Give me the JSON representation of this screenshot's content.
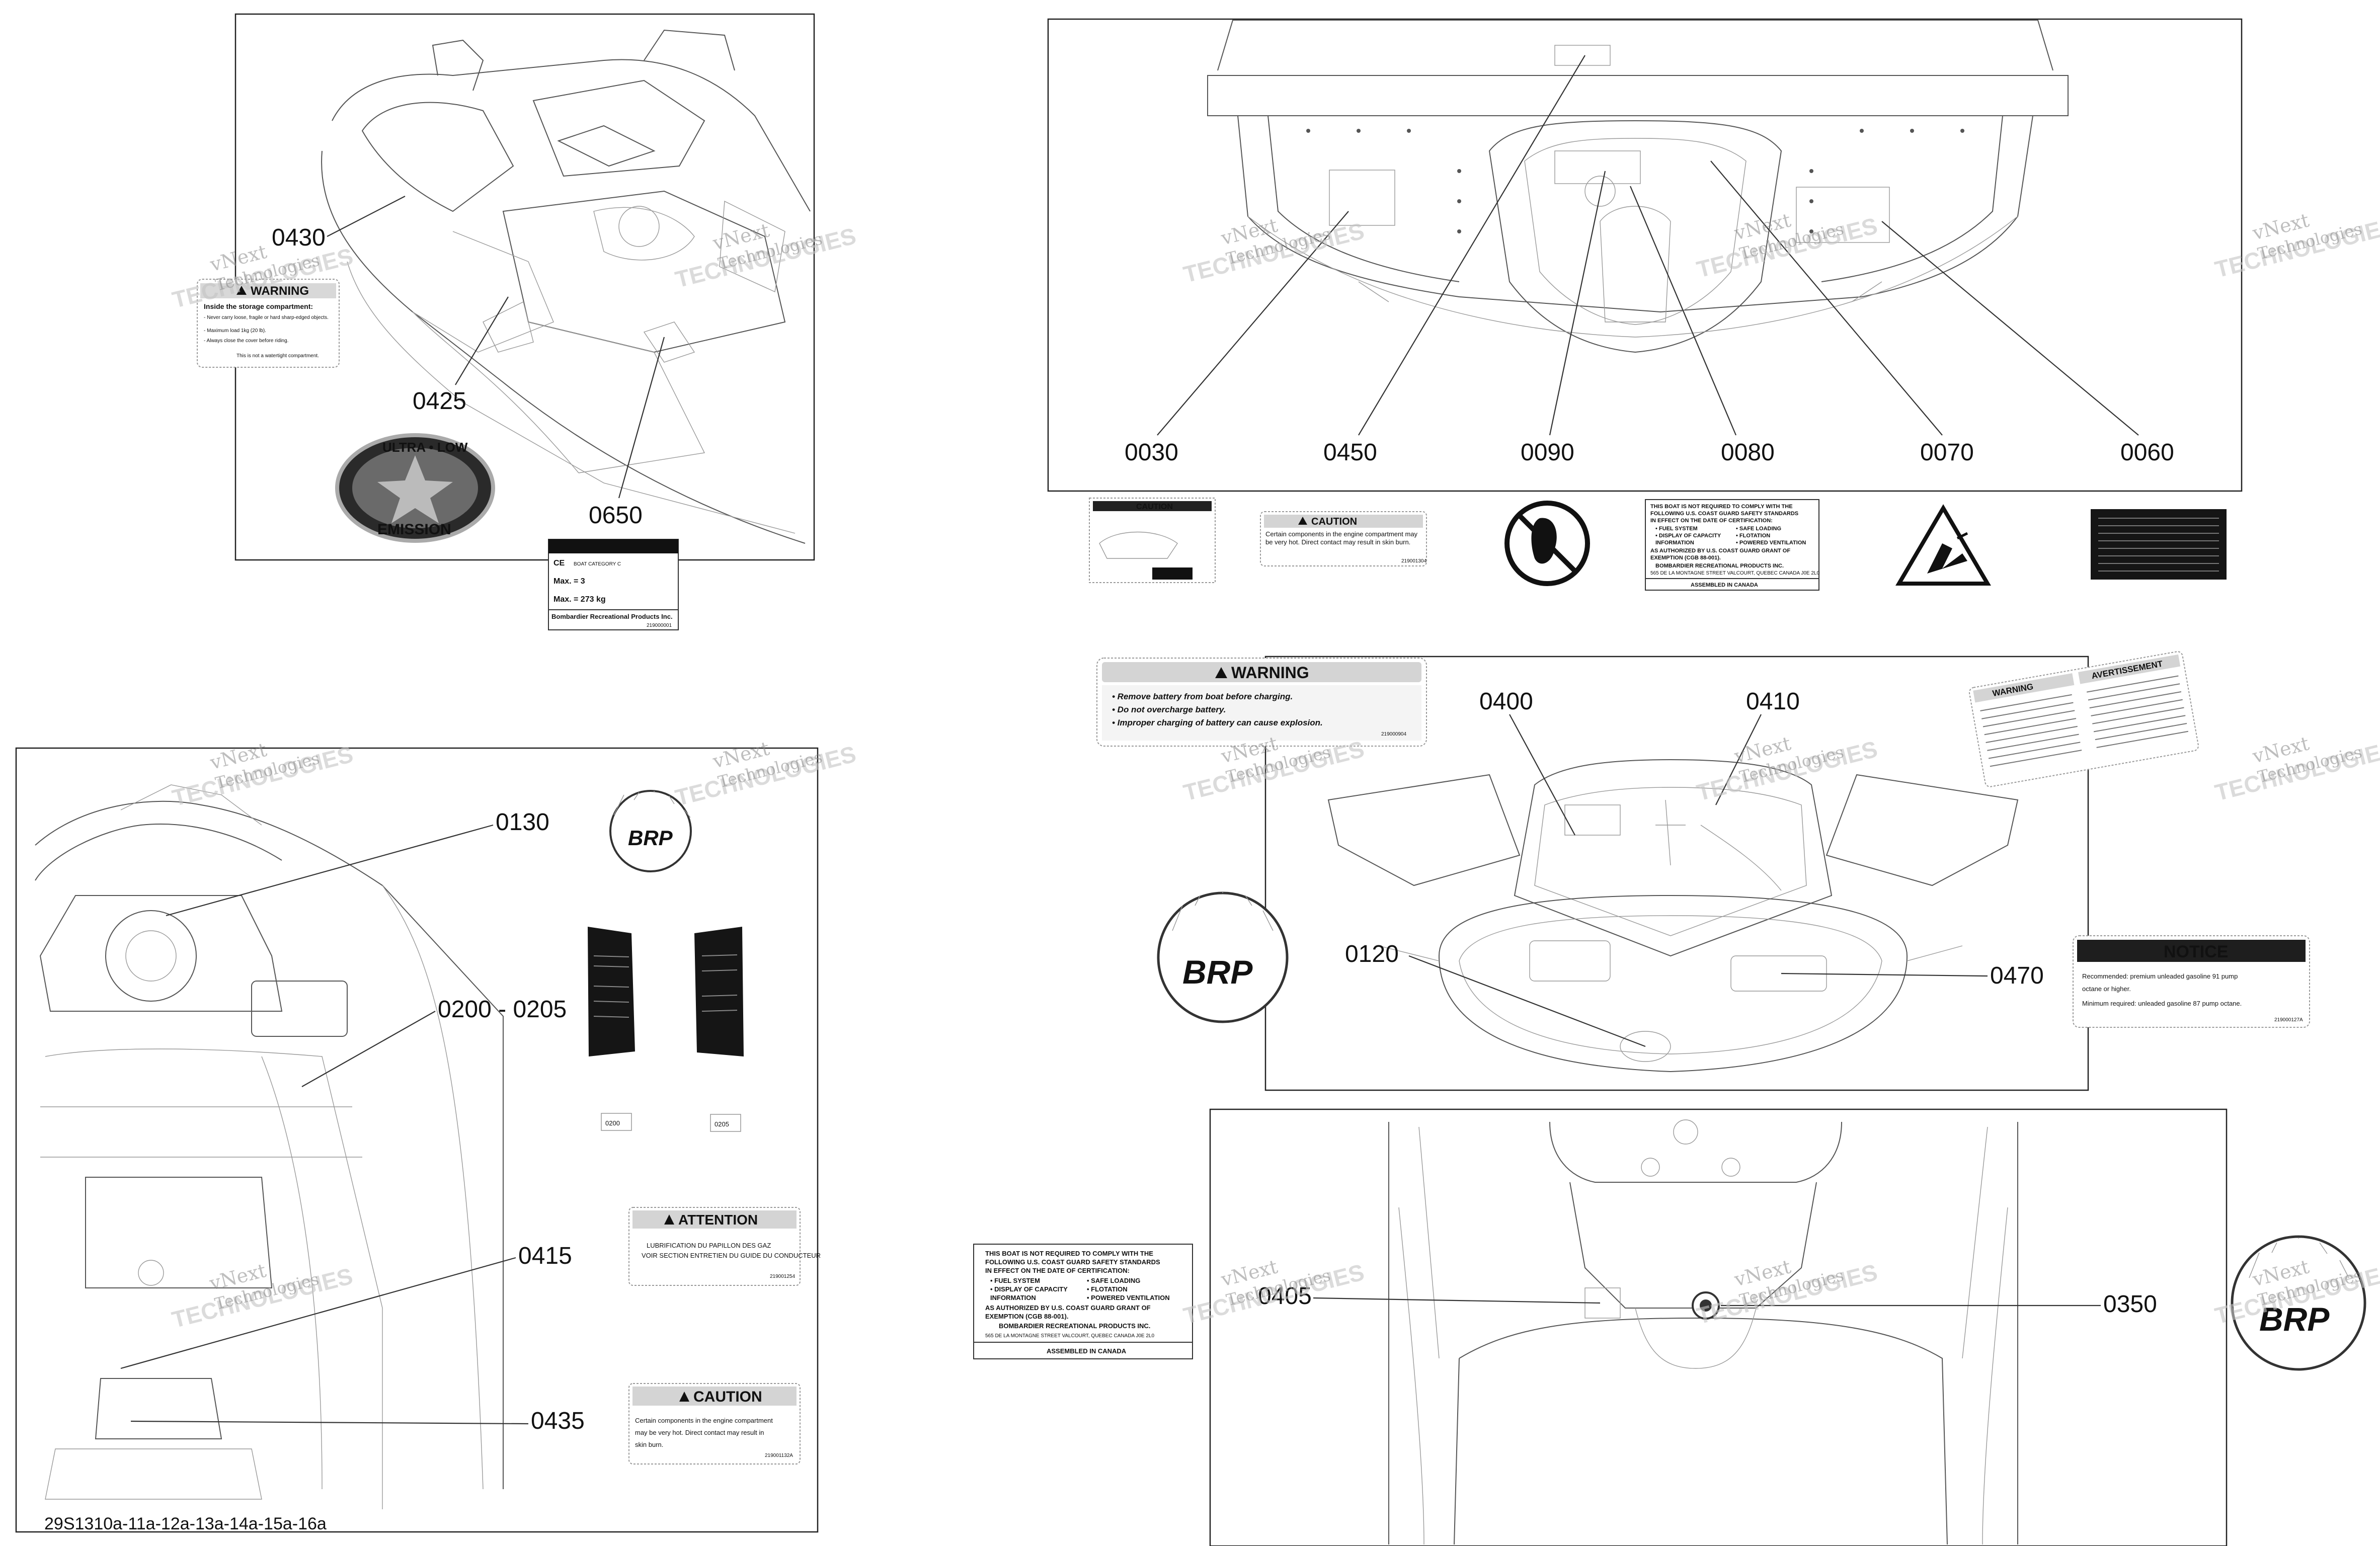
{
  "callouts": {
    "c0430": "0430",
    "c0425": "0425",
    "c0650": "0650",
    "c0030": "0030",
    "c0450": "0450",
    "c0090": "0090",
    "c0080": "0080",
    "c0070": "0070",
    "c0060": "0060",
    "c0130": "0130",
    "c0200_0205": "0200 - 0205",
    "c0415": "0415",
    "c0435": "0435",
    "c0400": "0400",
    "c0410": "0410",
    "c0120": "0120",
    "c0470": "0470",
    "c0405": "0405",
    "c0350": "0350"
  },
  "watermark": {
    "line1": "vNext",
    "line2": "Technologies",
    "line3": "TECHNOLOGIES"
  },
  "labels": {
    "warning_storage": {
      "heading": "WARNING",
      "title": "Inside the storage compartment:",
      "lines": [
        "- Never carry loose, fragile or hard sharp-edged objects.",
        "- Maximum load 1kg (20 lb).",
        "- Always close the cover before riding."
      ],
      "foot": "This is not a watertight compartment."
    },
    "emission": {
      "top": "ULTRA • LOW",
      "bottom": "EMISSION"
    },
    "capacity": {
      "ce": "CE",
      "boat": "BOAT CATEGORY C",
      "persons": "Max.  = 3",
      "load": "Max.  = 273 kg",
      "maker": "Bombardier Recreational Products Inc.",
      "code": "219000001"
    },
    "caution_top": {
      "heading": "CAUTION",
      "text": "Certain components in the engine compartment may be very hot. Direct contact may result in skin burn.",
      "code": "219001304"
    },
    "uscg_top": {
      "line1": "THIS BOAT IS NOT REQUIRED TO COMPLY WITH THE",
      "line2": "FOLLOWING U.S. COAST GUARD SAFETY STANDARDS",
      "line3": "IN EFFECT ON THE DATE OF CERTIFICATION:",
      "c1": [
        "• FUEL SYSTEM",
        "• DISPLAY OF CAPACITY",
        "  INFORMATION"
      ],
      "c2": [
        "• SAFE LOADING",
        "• FLOTATION",
        "• POWERED VENTILATION"
      ],
      "line4": "AS AUTHORIZED BY U.S. COAST GUARD GRANT OF",
      "line5": "EXEMPTION (CGB 88-001).",
      "maker": "BOMBARDIER RECREATIONAL PRODUCTS INC.",
      "addr": "565 DE LA MONTAGNE STREET VALCOURT, QUEBEC CANADA J0E 2L0",
      "assembled": "ASSEMBLED IN CANADA"
    },
    "warning_battery": {
      "heading": "WARNING",
      "lines": [
        "• Remove battery from boat before charging.",
        "• Do not overcharge battery.",
        "• Improper charging of battery can cause explosion."
      ],
      "code": "219000904"
    },
    "warning_bilingual": {
      "left": "WARNING",
      "right": "AVERTISSEMENT"
    },
    "brp": "BRP",
    "notice": {
      "heading": "NOTICE",
      "lines": [
        "Recommended: premium unleaded gasoline 91 pump",
        "octane or higher.",
        "Minimum required: unleaded gasoline 87 pump octane."
      ],
      "code": "219000127A"
    },
    "tag0200": "0200",
    "tag0205": "0205",
    "attention": {
      "heading": "ATTENTION",
      "line1": "LUBRIFICATION DU PAPILLON DES GAZ",
      "line2": "VOIR SECTION ENTRETIEN DU GUIDE DU CONDUCTEUR",
      "code": "219001254"
    },
    "caution_bottom": {
      "heading": "CAUTION",
      "text1": "Certain components in the engine compartment",
      "text2": "may be very hot. Direct contact may result in",
      "text3": "skin burn.",
      "code": "219001132A"
    },
    "caution_small": {
      "heading": "CAUTION"
    }
  },
  "footer": "29S1310a-11a-12a-13a-14a-15a-16a"
}
